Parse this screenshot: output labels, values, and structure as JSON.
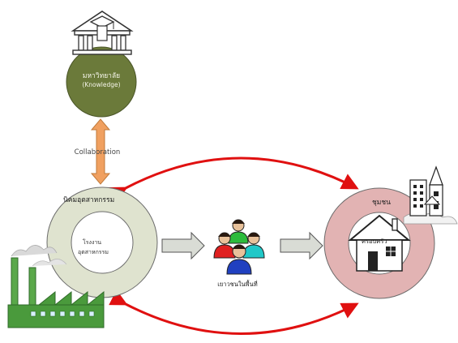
{
  "university": {
    "name": "มหาวิทยาลัย",
    "subtitle": "(Knowledge)"
  },
  "collaboration_label": "Collaboration",
  "industrial_estate": {
    "label": "นิคมอุตสาหกรรม",
    "inner_line1": "โรงงาน",
    "inner_line2": "อุตสาหกรรม"
  },
  "youth_label": "เยาวชนในพื้นที่",
  "community": {
    "label": "ชุมชน",
    "family_label": "ครอบครัว"
  },
  "colors": {
    "university_fill": "#6b7a3a",
    "estate_ring": "#dfe3cf",
    "community_ring": "#e2b3b3",
    "collab_arrow": "#f0a060",
    "red_arrow": "#e01010",
    "flow_arrow": "#d9dcd5",
    "factory_green": "#4a9a3c"
  },
  "icons": [
    "university-building-icon",
    "factory-icon",
    "people-group-icon",
    "house-icon",
    "city-buildings-icon"
  ]
}
